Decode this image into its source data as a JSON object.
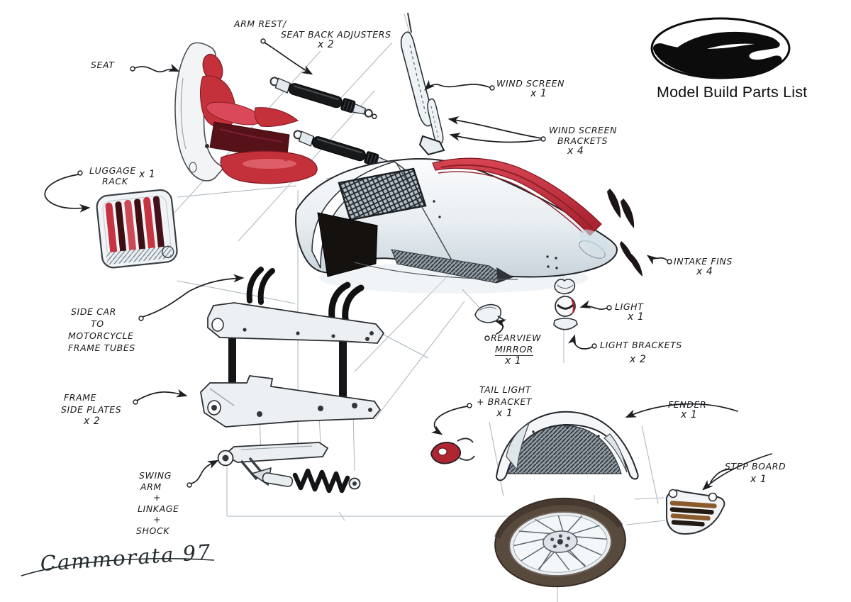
{
  "doc": {
    "brand": {
      "logo_icon": "g-oval-logo",
      "title": "Model Build Parts List"
    },
    "signature": "Cammorata 97",
    "parts": [
      {
        "id": "seat",
        "lines": [
          "SEAT"
        ],
        "qty": ""
      },
      {
        "id": "arm-rest-adjusters",
        "lines": [
          "ARM REST/",
          "SEAT BACK ADJUSTERS"
        ],
        "qty": "x 2"
      },
      {
        "id": "wind-screen",
        "lines": [
          "WIND SCREEN"
        ],
        "qty": "x 1"
      },
      {
        "id": "wind-screen-brackets",
        "lines": [
          "WIND SCREEN",
          "BRACKETS"
        ],
        "qty": "x 4"
      },
      {
        "id": "luggage-rack",
        "lines": [
          "LUGGAGE",
          "RACK"
        ],
        "qty": "x 1"
      },
      {
        "id": "side-car-frame-tubes",
        "lines": [
          "SIDE CAR",
          "TO",
          "MOTORCYCLE",
          "FRAME TUBES"
        ],
        "qty": ""
      },
      {
        "id": "frame-side-plates",
        "lines": [
          "FRAME",
          "SIDE PLATES"
        ],
        "qty": "x 2"
      },
      {
        "id": "swing-arm-assembly",
        "lines": [
          "SWING",
          "ARM",
          "+",
          "LINKAGE",
          "+",
          "SHOCK"
        ],
        "qty": ""
      },
      {
        "id": "intake-fins",
        "lines": [
          "INTAKE FINS"
        ],
        "qty": "x 4"
      },
      {
        "id": "light",
        "lines": [
          "LIGHT"
        ],
        "qty": "x 1"
      },
      {
        "id": "rearview-mirror",
        "lines": [
          "REARVIEW",
          "MIRROR"
        ],
        "qty": "x 1"
      },
      {
        "id": "light-brackets",
        "lines": [
          "LIGHT BRACKETS"
        ],
        "qty": "x 2"
      },
      {
        "id": "tail-light-bracket",
        "lines": [
          "TAIL LIGHT",
          "+ BRACKET"
        ],
        "qty": "x 1"
      },
      {
        "id": "fender",
        "lines": [
          "FENDER"
        ],
        "qty": "x 1"
      },
      {
        "id": "step-board",
        "lines": [
          "STEP BOARD"
        ],
        "qty": "x 1"
      }
    ],
    "colors": {
      "accent_red": "#c5313b",
      "dark_maroon": "#571219",
      "ink": "#1c1e22",
      "sketch_shadow": "#c9d4db",
      "tire_brown": "#594a3e",
      "wood_brown": "#8a5a2b",
      "logo_black": "#0c0c0c"
    }
  }
}
